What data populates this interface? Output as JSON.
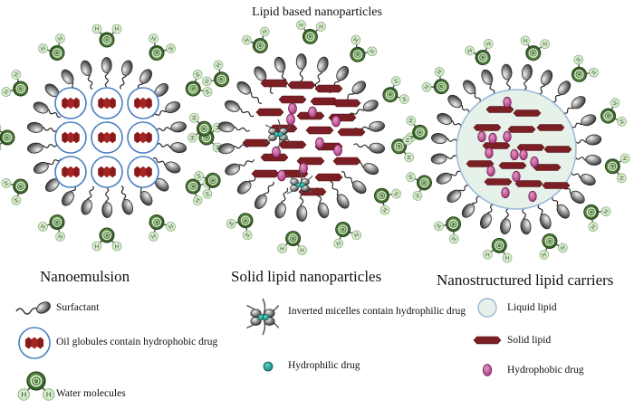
{
  "title": "Lipid based nanoparticles",
  "panels": {
    "nanoemulsion": "Nanoemulsion",
    "sln": "Solid lipid nanoparticles",
    "nlc": "Nanostructured lipid carriers"
  },
  "legend": {
    "surfactant": "Surfactant",
    "oil_globules": "Oil globules contain hydrophobic drug",
    "water_molecules": "Water molecules",
    "inverted_micelles": "Inverted micelles contain hydrophilic drug",
    "hydrophilic_drug": "Hydrophilic drug",
    "liquid_lipid": "Liquid lipid",
    "solid_lipid": "Solid lipid",
    "hydrophobic_drug": "Hydrophobic drug"
  },
  "atoms": {
    "oxygen": "O",
    "hydrogen": "H"
  },
  "colors": {
    "water_oxygen": "#3f6f2f",
    "water_hydrogen": "#d7ebce",
    "surfactant_head": "#5e5e5e",
    "oil_drug": "#8b1a1a",
    "globule_ring": "#4a7fc1",
    "solid_lipid": "#7c1f24",
    "hydrophobic_drug": "#c44d94",
    "hydrophilic_drug": "#1aa59a",
    "liquid_lipid": "#e6f1ea"
  }
}
